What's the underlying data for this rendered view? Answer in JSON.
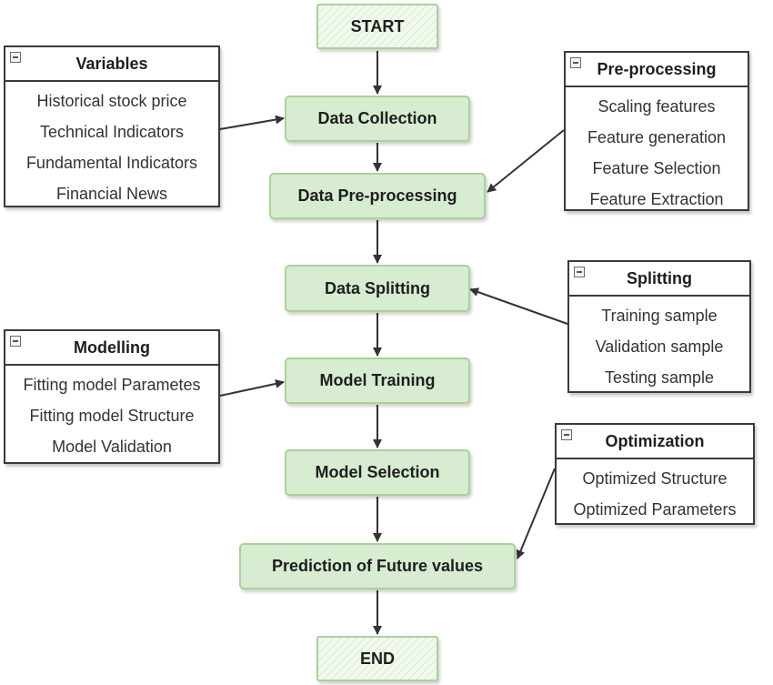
{
  "flow": {
    "start": "START",
    "steps": [
      "Data Collection",
      "Data Pre-processing",
      "Data Splitting",
      "Model Training",
      "Model Selection",
      "Prediction of Future values"
    ],
    "end": "END"
  },
  "panels": {
    "variables": {
      "title": "Variables",
      "items": [
        "Historical stock price",
        "Technical Indicators",
        "Fundamental Indicators",
        "Financial News"
      ]
    },
    "preprocessing": {
      "title": "Pre-processing",
      "items": [
        "Scaling features",
        "Feature generation",
        "Feature Selection",
        "Feature Extraction"
      ]
    },
    "splitting": {
      "title": "Splitting",
      "items": [
        "Training sample",
        "Validation sample",
        "Testing sample"
      ]
    },
    "modelling": {
      "title": "Modelling",
      "items": [
        "Fitting model Parametes",
        "Fitting model Structure",
        "Model Validation"
      ]
    },
    "optimization": {
      "title": "Optimization",
      "items": [
        "Optimized Structure",
        "Optimized Parameters"
      ]
    }
  },
  "colors": {
    "step_fill": "#d7ecd1",
    "step_border": "#a9d29a",
    "panel_border": "#3a3a3a",
    "arrow": "#333333"
  }
}
